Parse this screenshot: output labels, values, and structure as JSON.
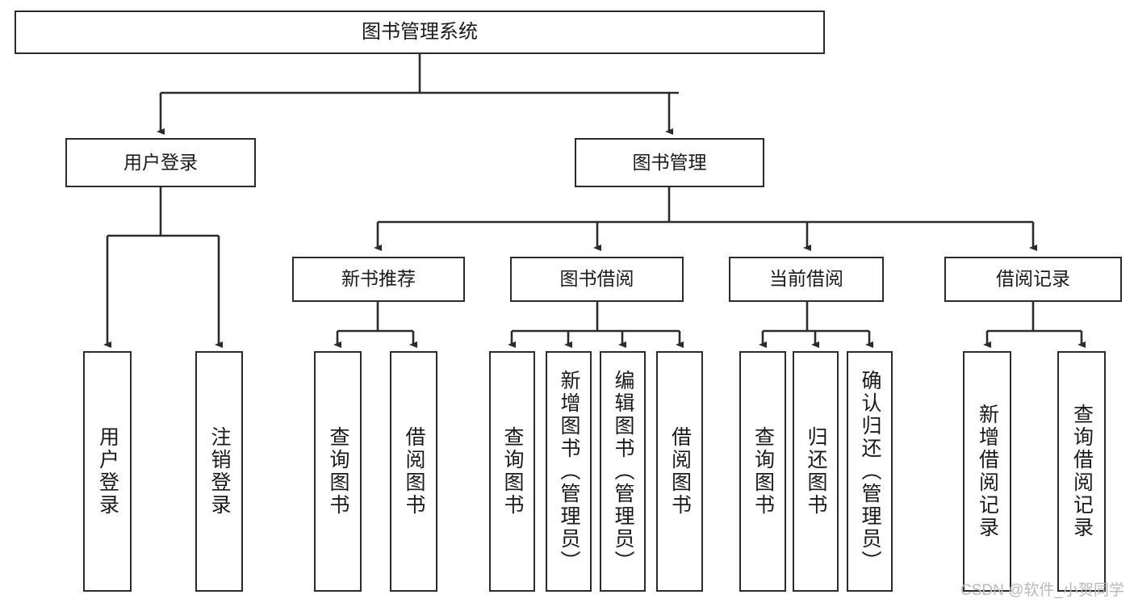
{
  "diagram": {
    "title": "图书管理系统",
    "type": "hierarchy-tree",
    "watermark": "CSDN @软件_小贺同学",
    "colors": {
      "box_border": "#2b2b2b",
      "box_fill": "#ffffff",
      "connector": "#2b2b2b",
      "text": "#1a1a1a",
      "watermark": "#b9b9b9",
      "background": "#ffffff"
    },
    "root": {
      "label": "图书管理系统"
    },
    "level2": [
      {
        "label": "用户登录"
      },
      {
        "label": "图书管理"
      }
    ],
    "level3": [
      {
        "label": "新书推荐"
      },
      {
        "label": "图书借阅"
      },
      {
        "label": "当前借阅"
      },
      {
        "label": "借阅记录"
      }
    ],
    "leaves": [
      {
        "label": "用户登录",
        "parent": "用户登录"
      },
      {
        "label": "注销登录",
        "parent": "用户登录"
      },
      {
        "label": "查询图书",
        "parent": "新书推荐"
      },
      {
        "label": "借阅图书",
        "parent": "新书推荐"
      },
      {
        "label": "查询图书",
        "parent": "图书借阅"
      },
      {
        "label": "新增图书（管理员）",
        "parent": "图书借阅"
      },
      {
        "label": "编辑图书（管理员）",
        "parent": "图书借阅"
      },
      {
        "label": "借阅图书",
        "parent": "图书借阅"
      },
      {
        "label": "查询图书",
        "parent": "当前借阅"
      },
      {
        "label": "归还图书",
        "parent": "当前借阅"
      },
      {
        "label": "确认归还（管理员）",
        "parent": "当前借阅"
      },
      {
        "label": "新增借阅记录",
        "parent": "借阅记录"
      },
      {
        "label": "查询借阅记录",
        "parent": "借阅记录"
      }
    ]
  }
}
